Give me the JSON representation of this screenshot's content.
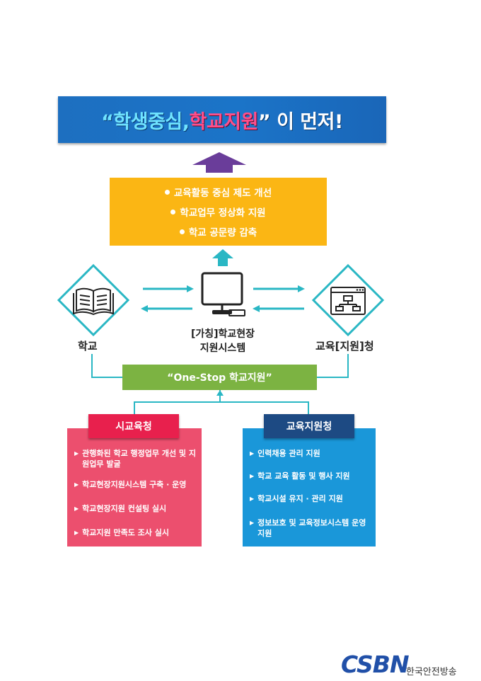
{
  "title": {
    "part1": "“학생중심, ",
    "part2": "학교지원",
    "part3": "” 이 먼저!"
  },
  "goals": [
    "교육활동 중심 제도 개선",
    "학교업무 정상화 지원",
    "학교 공문량 감축"
  ],
  "nodes": {
    "school": "학교",
    "system_line1": "[가칭]학교현장",
    "system_line2": "지원시스템",
    "support_office": "교육[지원]청"
  },
  "onestop": "“One-Stop 학교지원”",
  "office_panel": {
    "title": "시교육청",
    "items": [
      "관행화된 학교 행정업무 개선 및 지원업무 발굴",
      "학교현장지원시스템 구축 · 운영",
      "학교현장지원 컨설팅 실시",
      "학교지원 만족도 조사 실시"
    ]
  },
  "support_panel": {
    "title": "교육지원청",
    "items": [
      "인력채용 관리 지원",
      "학교 교육 활동 및 행사 지원",
      "학교시설 유지 · 관리 지원",
      "정보보호 및 교육정보시스템 운영 지원"
    ]
  },
  "watermark": {
    "logo": "CSBN",
    "broadcaster": "한국안전방송"
  },
  "colors": {
    "banner": "#1b74c8",
    "goals": "#fbb614",
    "onestop": "#7cb342",
    "office": "#ec4f6e",
    "support": "#1a97d9",
    "arrow_up": "#6a3d9a",
    "arrow_teal": "#2ab7c4"
  }
}
